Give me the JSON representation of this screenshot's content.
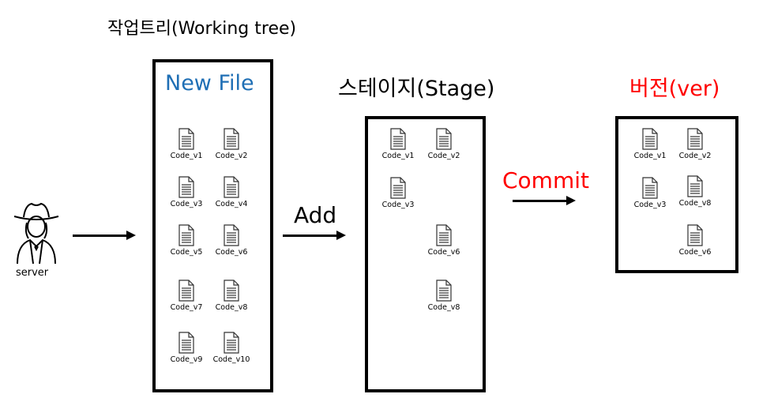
{
  "title": "작업트리(Working tree)",
  "server": {
    "label": "server"
  },
  "working_tree": {
    "label": "New File",
    "label_color": "#1f6fb5",
    "files": [
      "Code_v1",
      "Code_v2",
      "Code_v3",
      "Code_v4",
      "Code_v5",
      "Code_v6",
      "Code_v7",
      "Code_v8",
      "Code_v9",
      "Code_v10"
    ]
  },
  "stage": {
    "label": "스테이지(Stage)",
    "files": [
      "Code_v1",
      "Code_v2",
      "Code_v3",
      "Code_v6",
      "Code_v8"
    ]
  },
  "version": {
    "label": "버전(ver)",
    "label_color": "#ff0000",
    "files": [
      "Code_v1",
      "Code_v2",
      "Code_v3",
      "Code_v8",
      "Code_v6"
    ]
  },
  "arrows": {
    "add": "Add",
    "commit": "Commit",
    "commit_color": "#ff0000"
  },
  "icons": {
    "file": "document-icon",
    "server": "cowboy-person-icon"
  }
}
